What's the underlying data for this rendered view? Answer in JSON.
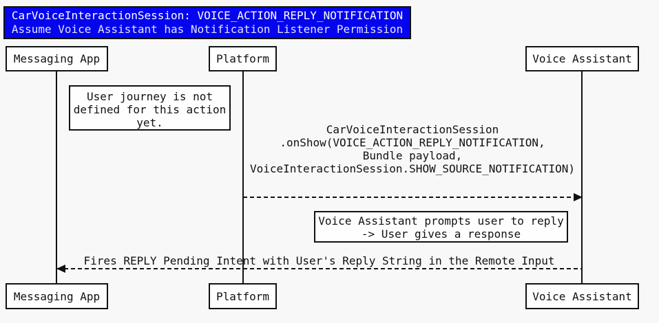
{
  "title": {
    "line1": "CarVoiceInteractionSession: VOICE_ACTION_REPLY_NOTIFICATION",
    "line2": "Assume Voice Assistant has Notification Listener Permission"
  },
  "actors": [
    {
      "name": "Messaging App"
    },
    {
      "name": "Platform"
    },
    {
      "name": "Voice Assistant"
    }
  ],
  "notes": [
    {
      "lines": [
        "User journey is not",
        "defined for this action",
        "yet."
      ]
    },
    {
      "lines": [
        "Voice Assistant prompts user to reply",
        "-> User gives a response"
      ]
    }
  ],
  "messages": [
    {
      "from": "Platform",
      "to": "Voice Assistant",
      "style": "dashed",
      "lines": [
        "CarVoiceInteractionSession",
        ".onShow(VOICE_ACTION_REPLY_NOTIFICATION,",
        "Bundle payload,",
        "VoiceInteractionSession.SHOW_SOURCE_NOTIFICATION)"
      ]
    },
    {
      "from": "Voice Assistant",
      "to": "Messaging App",
      "style": "dashed",
      "label": "Fires REPLY Pending Intent with User's Reply String in the Remote Input"
    }
  ],
  "colors": {
    "title_bg": "#0404ee",
    "title_text": "#ffffff",
    "box_bg": "#fefefe",
    "line": "#111111",
    "page_bg": "#f8f8f8"
  }
}
